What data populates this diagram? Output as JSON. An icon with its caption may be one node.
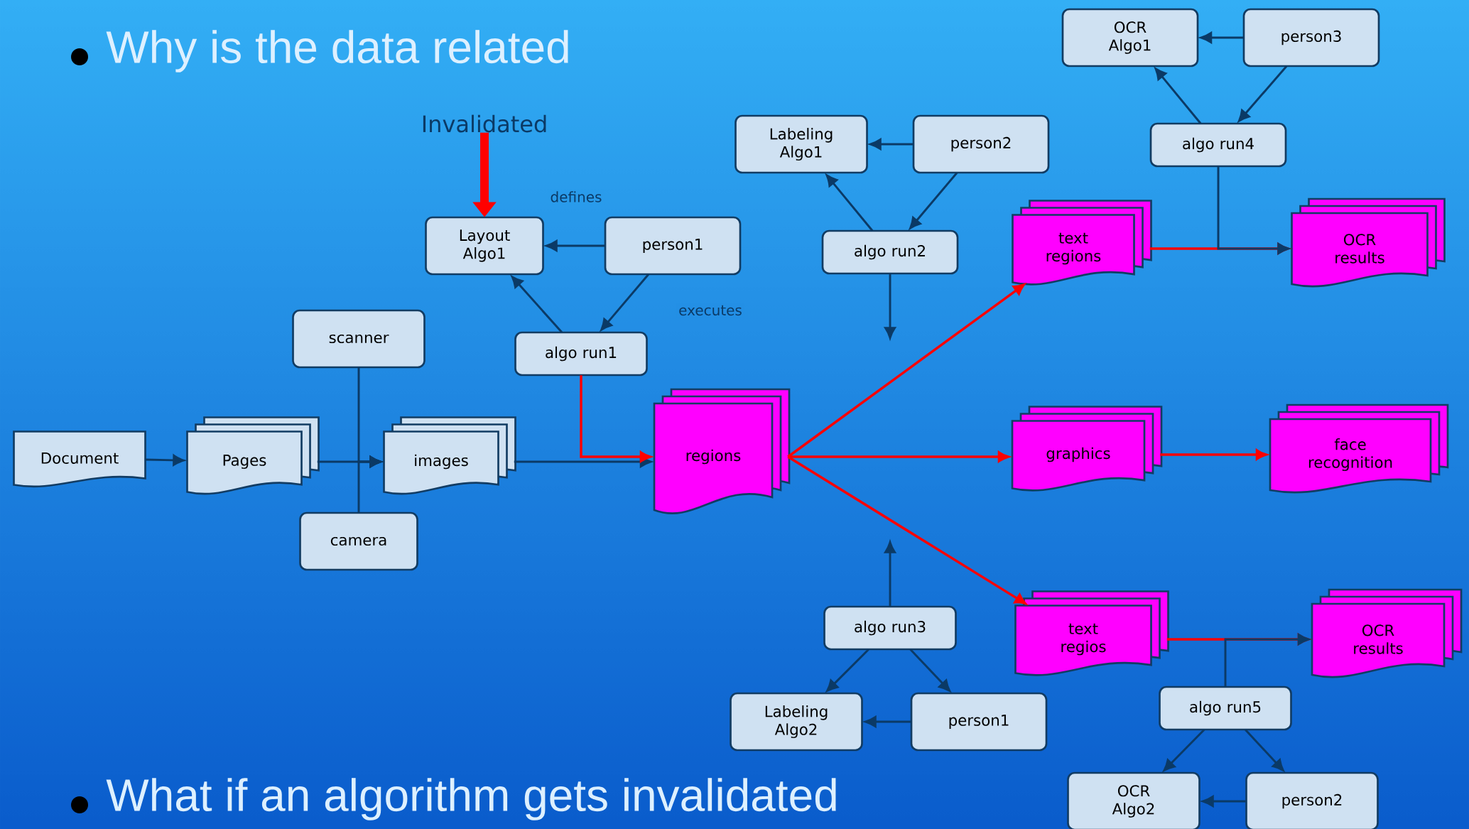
{
  "diagram": {
    "title": "Why is the data related",
    "nodes": [
      {
        "text": [
          "Document"
        ]
      },
      {
        "text": [
          "Pages"
        ]
      },
      {
        "text": [
          "images"
        ]
      },
      {
        "text": [
          "scanner"
        ]
      },
      {
        "text": [
          "camera"
        ]
      },
      {
        "text": [
          "Layout Algo1"
        ]
      },
      {
        "text": [
          "person1"
        ]
      },
      {
        "text": [
          "algo run1"
        ]
      },
      {
        "text": [
          "regions"
        ]
      },
      {
        "text": [
          "Labeling Algo1"
        ]
      },
      {
        "text": [
          "person2"
        ]
      },
      {
        "text": [
          "algo run2"
        ]
      },
      {
        "text": [
          "text regions"
        ]
      },
      {
        "text": [
          "OCR Algo1"
        ]
      },
      {
        "text": [
          "person3"
        ]
      },
      {
        "text": [
          "algo run4"
        ]
      },
      {
        "text": [
          "OCR results"
        ]
      },
      {
        "text": [
          "graphics"
        ]
      },
      {
        "text": [
          "face recognition"
        ]
      },
      {
        "text": [
          "text regios"
        ]
      },
      {
        "text": [
          "OCR results"
        ]
      },
      {
        "text": [
          "algo run3"
        ]
      },
      {
        "text": [
          "Labeling Algo2"
        ]
      },
      {
        "text": [
          "person1"
        ]
      },
      {
        "text": [
          "algo run5"
        ]
      },
      {
        "text": [
          "OCR Algo2"
        ]
      },
      {
        "text": [
          "person2"
        ]
      },
      {
        "text": [
          "Invalidated"
        ]
      }
    ],
    "edges": [
      {
        "from": 0,
        "to": 1,
        "arrow": "to"
      },
      {
        "from": 1,
        "to": 2,
        "arrow": "to"
      },
      {
        "from": 3,
        "to": 2,
        "arrow": "to"
      },
      {
        "from": 4,
        "to": 2,
        "arrow": "to"
      },
      {
        "from": 2,
        "to": 8,
        "arrow": "to"
      },
      {
        "from": 6,
        "to": 5,
        "arrow": "to",
        "label": "defines"
      },
      {
        "from": 6,
        "to": 7,
        "arrow": "to",
        "label": "executes"
      },
      {
        "from": 7,
        "to": 5,
        "arrow": "to"
      },
      {
        "from": 7,
        "to": 8,
        "arrow": "to",
        "color": "#ff0000"
      },
      {
        "from": 27,
        "to": 5,
        "arrow": "to",
        "style": "thick",
        "color": "#ff0000"
      },
      {
        "from": 10,
        "to": 9,
        "arrow": "to"
      },
      {
        "from": 10,
        "to": 11,
        "arrow": "to"
      },
      {
        "from": 11,
        "to": 9,
        "arrow": "to"
      },
      {
        "from": 11,
        "to": null,
        "arrow": "to"
      },
      {
        "from": 8,
        "to": 12,
        "arrow": "to",
        "color": "#ff0000"
      },
      {
        "from": 8,
        "to": 17,
        "arrow": "to",
        "color": "#ff0000"
      },
      {
        "from": 8,
        "to": 19,
        "arrow": "to",
        "color": "#ff0000"
      },
      {
        "from": 12,
        "to": 16,
        "arrow": "to",
        "color": "#ff0000"
      },
      {
        "from": 17,
        "to": 18,
        "arrow": "to",
        "color": "#ff0000"
      },
      {
        "from": 19,
        "to": 20,
        "arrow": "to",
        "color": "#ff0000"
      },
      {
        "from": 14,
        "to": 13,
        "arrow": "to"
      },
      {
        "from": 14,
        "to": 15,
        "arrow": "to"
      },
      {
        "from": 15,
        "to": 13,
        "arrow": "to"
      },
      {
        "from": 15,
        "to": 16,
        "arrow": "to"
      },
      {
        "from": 21,
        "to": null,
        "arrow": "to"
      },
      {
        "from": 21,
        "to": 22,
        "arrow": "to"
      },
      {
        "from": 21,
        "to": 23,
        "arrow": "to"
      },
      {
        "from": 23,
        "to": 22,
        "arrow": "to"
      },
      {
        "from": 24,
        "to": 20,
        "arrow": "to"
      },
      {
        "from": 24,
        "to": 25,
        "arrow": "to"
      },
      {
        "from": 24,
        "to": 26,
        "arrow": "to"
      },
      {
        "from": 26,
        "to": 25,
        "arrow": "to"
      }
    ],
    "labels": [
      "What if an algorithm gets invalidated"
    ]
  }
}
